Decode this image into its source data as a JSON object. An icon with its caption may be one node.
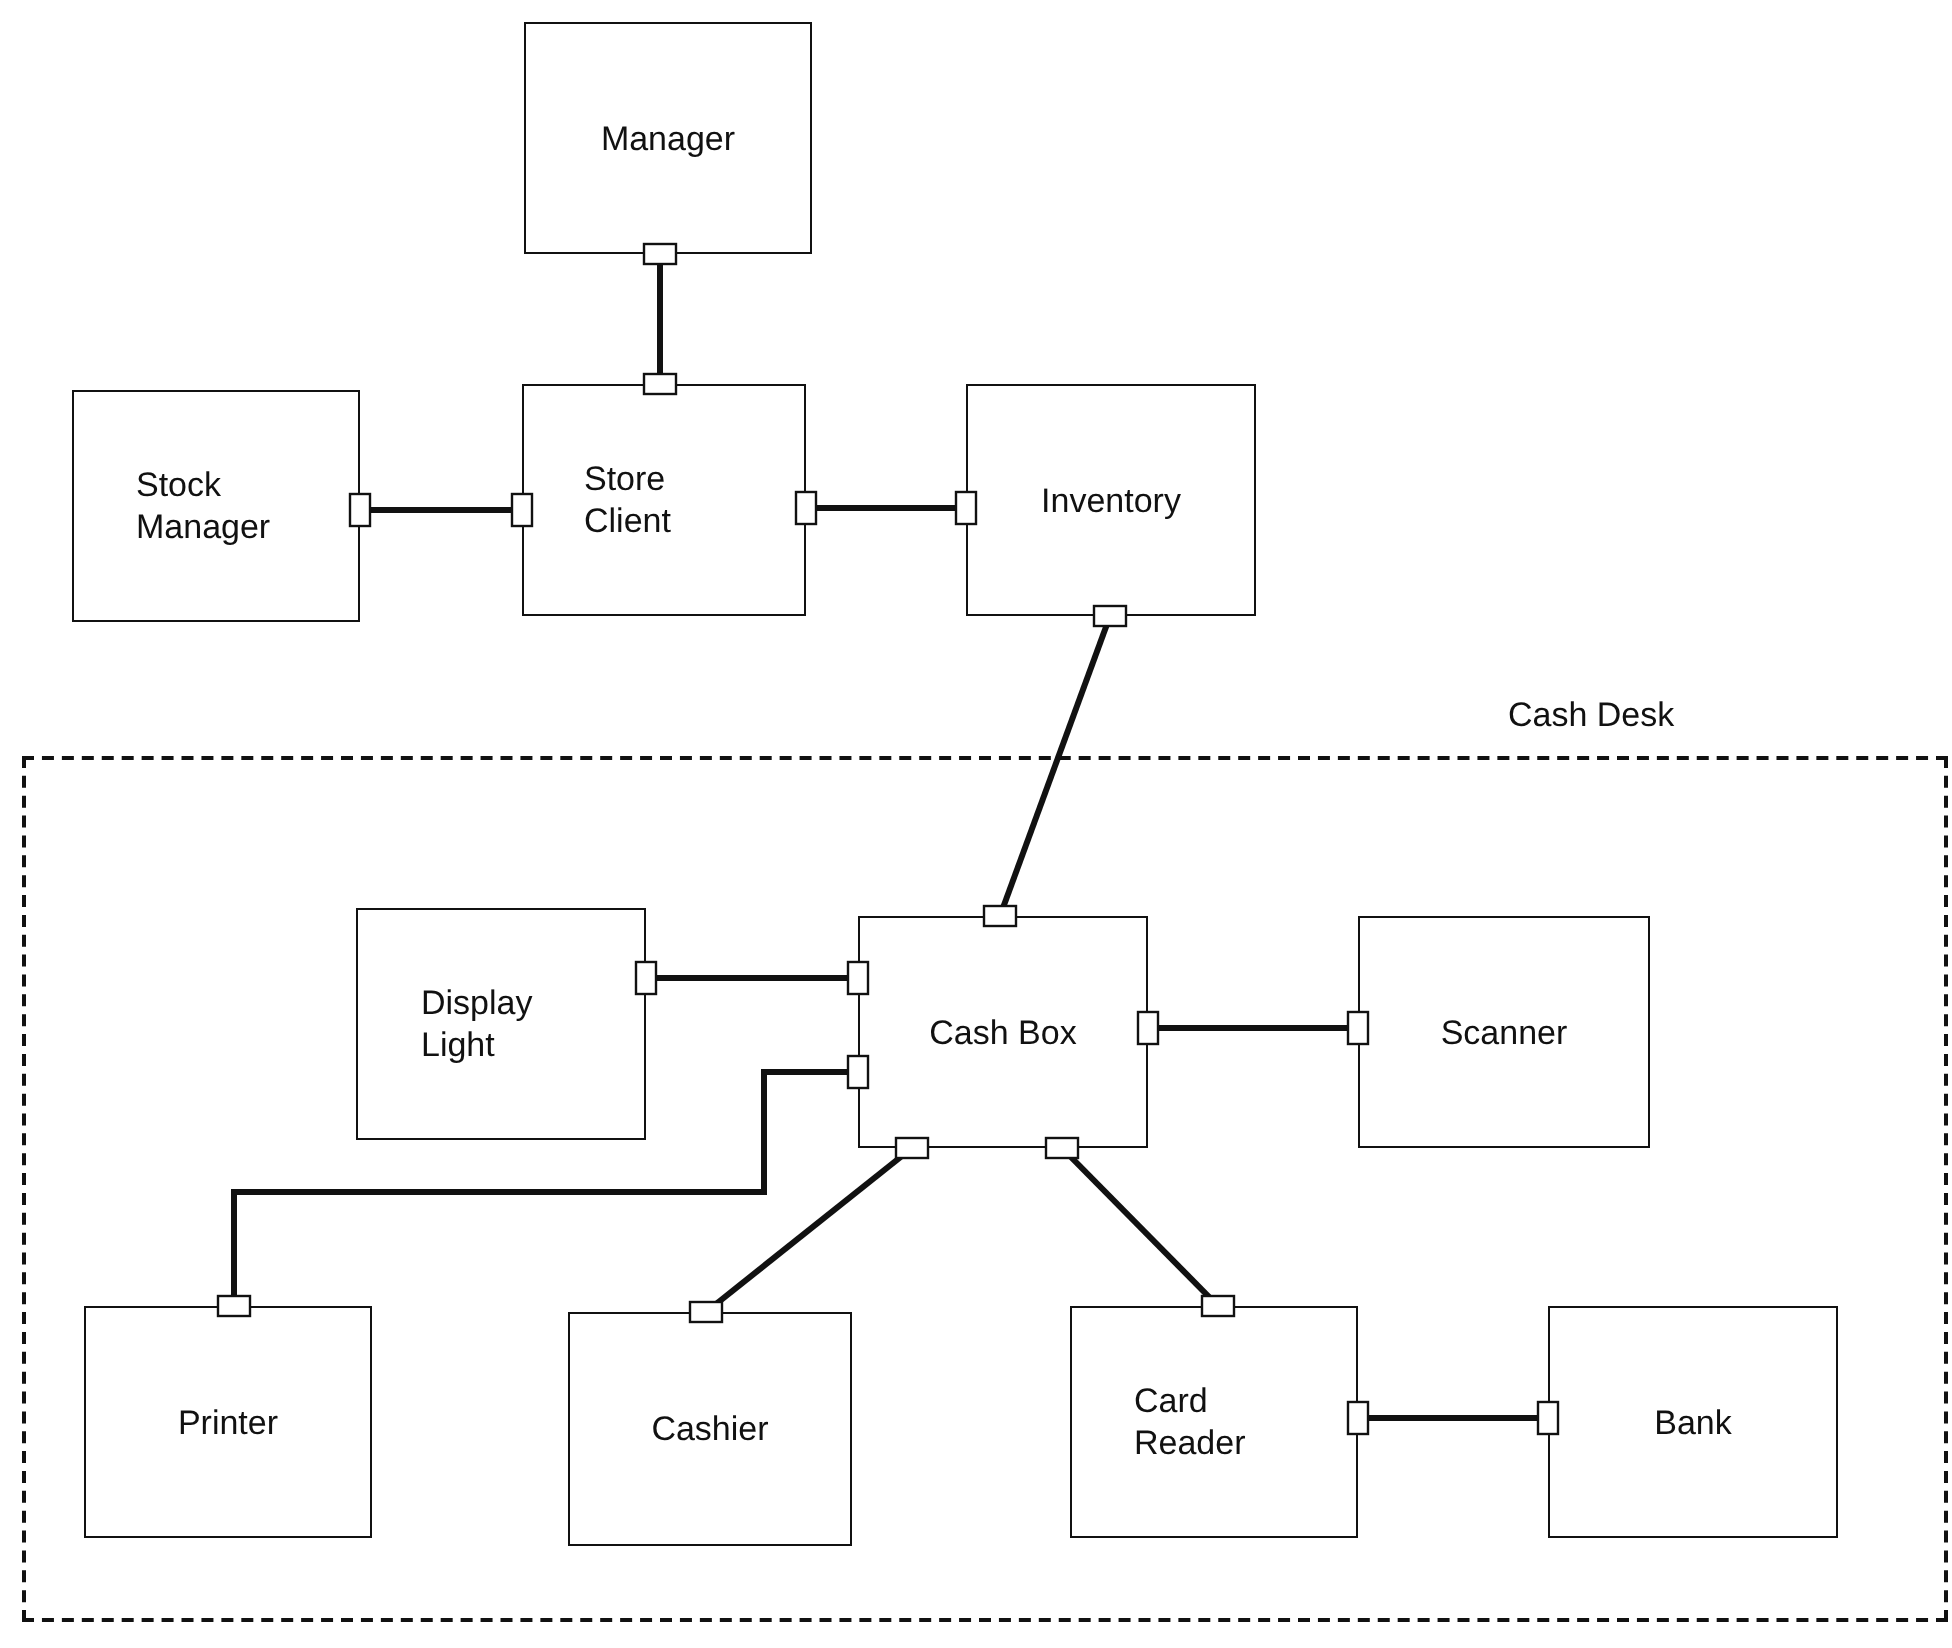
{
  "diagram": {
    "nodes": [
      {
        "text": [
          "Manager"
        ]
      },
      {
        "text": [
          "Stock Manager"
        ]
      },
      {
        "text": [
          "Store Client"
        ]
      },
      {
        "text": [
          "Inventory"
        ]
      },
      {
        "text": [
          "Cash Desk"
        ]
      },
      {
        "text": [
          "Display Light"
        ],
        "in": 4
      },
      {
        "text": [
          "Cash Box"
        ],
        "in": 4
      },
      {
        "text": [
          "Scanner"
        ],
        "in": 4
      },
      {
        "text": [
          "Printer"
        ],
        "in": 4
      },
      {
        "text": [
          "Cashier"
        ],
        "in": 4
      },
      {
        "text": [
          "Card Reader"
        ],
        "in": 4
      },
      {
        "text": [
          "Bank"
        ],
        "in": 4
      }
    ],
    "edges": [
      {
        "from": 0,
        "to": 2,
        "arrow": "other"
      },
      {
        "from": 1,
        "to": 2,
        "arrow": "other"
      },
      {
        "from": 2,
        "to": 3,
        "arrow": "other"
      },
      {
        "from": 3,
        "to": 6,
        "arrow": "other"
      },
      {
        "from": 5,
        "to": 6,
        "arrow": "other"
      },
      {
        "from": 6,
        "to": 7,
        "arrow": "other"
      },
      {
        "from": 6,
        "to": 8,
        "arrow": "other"
      },
      {
        "from": 6,
        "to": 9,
        "arrow": "other"
      },
      {
        "from": 6,
        "to": 10,
        "arrow": "other"
      },
      {
        "from": 10,
        "to": 11,
        "arrow": "other"
      }
    ]
  }
}
